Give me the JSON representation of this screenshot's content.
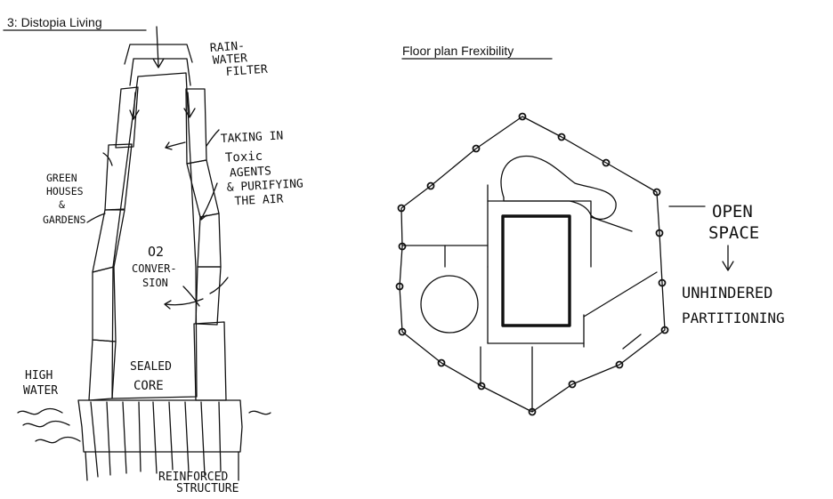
{
  "left_panel": {
    "title": "3: Distopia  Living",
    "labels": {
      "rain": [
        "RAIN-",
        "WATER",
        "FILTER"
      ],
      "toxic": [
        "TAKING IN",
        "Toxic",
        "AGENTS",
        "& PURIFYING",
        "THE AIR"
      ],
      "green": [
        "GREEN",
        "HOUSES",
        "&",
        "GARDENS"
      ],
      "o2": "O2",
      "conversion": [
        "CONVER-",
        "SION"
      ],
      "core": [
        "SEALED",
        "CORE"
      ],
      "water": [
        "HIGH",
        "WATER"
      ],
      "structure": [
        "REINFORCED",
        "STRUCTURE"
      ]
    }
  },
  "right_panel": {
    "title": "Floor plan  Frexibility",
    "labels": {
      "open": [
        "OPEN",
        "SPACE"
      ],
      "partition": [
        "UNHINDERED",
        "PARTITIONING"
      ]
    }
  },
  "colors": {
    "ink": "#111111",
    "paper": "#ffffff"
  }
}
